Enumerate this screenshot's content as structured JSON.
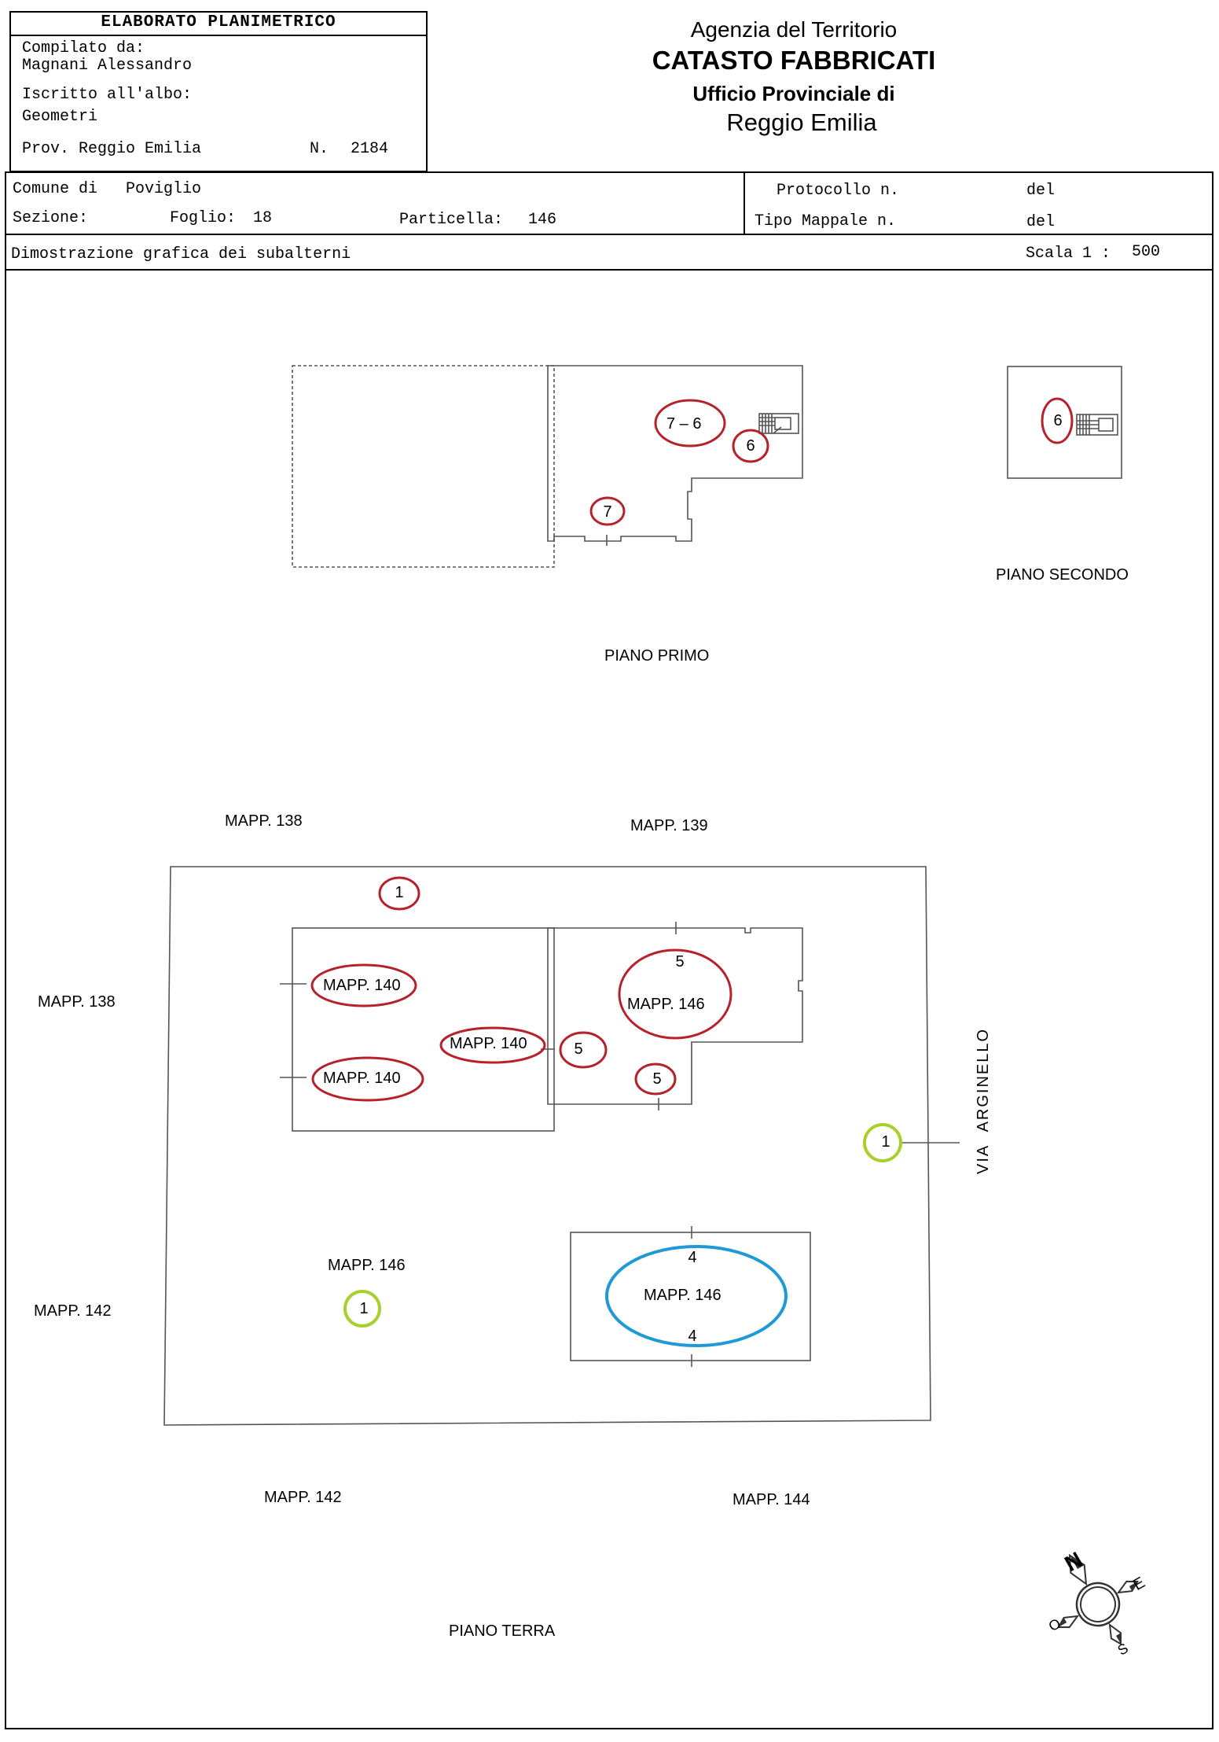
{
  "header": {
    "title": "ELABORATO PLANIMETRICO",
    "compiled_by_label": "Compilato da:",
    "compiled_by": "Magnani Alessandro",
    "registered_label": "Iscritto all'albo:",
    "registered": "Geometri",
    "province": "Prov. Reggio Emilia",
    "number_label": "N.",
    "number": "2184"
  },
  "agency": {
    "line1": "Agenzia del Territorio",
    "line2": "CATASTO FABBRICATI",
    "line3": "Ufficio Provinciale di",
    "line4": "Reggio Emilia"
  },
  "info": {
    "comune_label": "Comune di",
    "comune": "Poviglio",
    "sezione_label": "Sezione:",
    "foglio_label": "Foglio:",
    "foglio": "18",
    "particella_label": "Particella:",
    "particella": "146",
    "protocollo_label": "Protocollo n.",
    "protocollo_del": "del",
    "tipo_label": "Tipo Mappale n.",
    "tipo_del": "del",
    "description": "Dimostrazione grafica dei subalterni",
    "scala_label": "Scala 1 :",
    "scala": "500"
  },
  "plan": {
    "piano_primo": "PIANO PRIMO",
    "piano_secondo": "PIANO SECONDO",
    "piano_terra": "PIANO TERRA",
    "street": "VIA ARGINELLO",
    "neighbors": {
      "m138_top": "MAPP. 138",
      "m139": "MAPP. 139",
      "m138_left": "MAPP. 138",
      "m142_left": "MAPP. 142",
      "m142_bottom": "MAPP. 142",
      "m144": "MAPP. 144",
      "m146_yard": "MAPP. 146"
    },
    "sub_labels": {
      "s7_6": "7 – 6",
      "s6a": "6",
      "s6b": "6",
      "s7": "7",
      "s1_top": "1",
      "m140_a": "MAPP. 140",
      "m140_b": "MAPP. 140",
      "m140_c": "MAPP. 140",
      "s5_top": "5",
      "m146_main": "MAPP. 146",
      "s5_mid": "5",
      "s5_low": "5",
      "s1_right": "1",
      "s1_yard": "1",
      "s4_top": "4",
      "m146_garage": "MAPP. 146",
      "s4_bottom": "4"
    },
    "compass": {
      "n": "N",
      "e": "E",
      "s": "S",
      "o": "O"
    },
    "colors": {
      "subalterno": "#b5222b",
      "common_area": "#a8cf2a",
      "garage": "#1f9ad6"
    }
  }
}
